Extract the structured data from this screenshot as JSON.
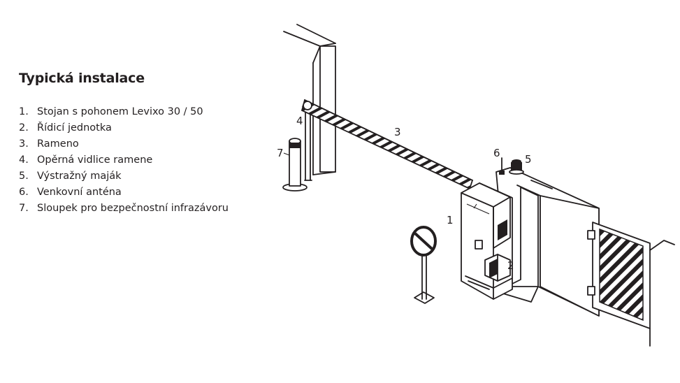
{
  "legend": {
    "title": "Typická instalace",
    "items": [
      {
        "num": "1.",
        "label": "Stojan s pohonem Levixo 30 / 50"
      },
      {
        "num": "2.",
        "label": "Řídicí jednotka"
      },
      {
        "num": "3.",
        "label": "Rameno"
      },
      {
        "num": "4.",
        "label": "Opěrná vidlice ramene"
      },
      {
        "num": "5.",
        "label": "Výstražný maják"
      },
      {
        "num": "6.",
        "label": "Venkovní anténa"
      },
      {
        "num": "7.",
        "label": "Sloupek pro bezpečnostní infrazávoru"
      }
    ]
  },
  "callouts": {
    "c1": "1",
    "c2": "2",
    "c3": "3",
    "c4": "4",
    "c5": "5",
    "c6": "6",
    "c7": "7"
  }
}
